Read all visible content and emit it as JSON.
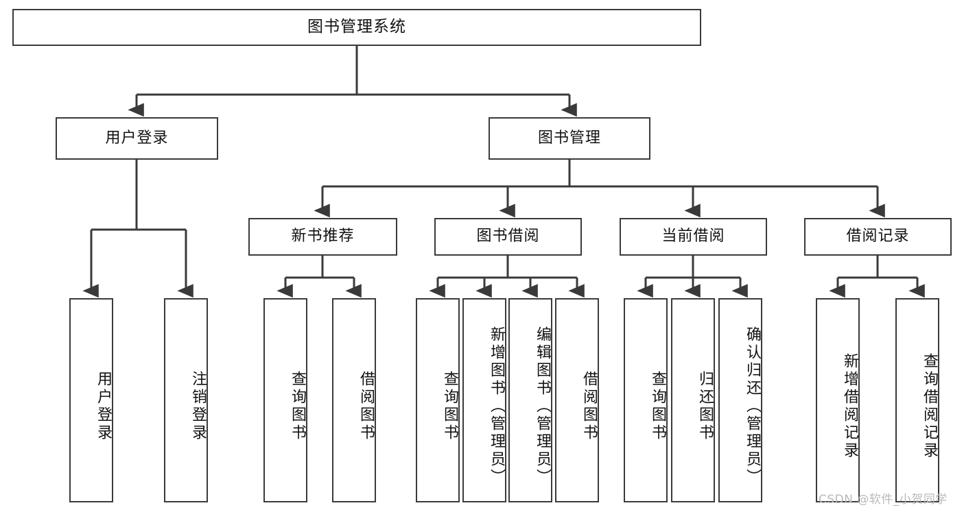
{
  "diagram": {
    "title": "图书管理系统",
    "type": "hierarchy-tree",
    "background_color": "#ffffff",
    "node_border_color": "#3a3a3a",
    "node_fill_color": "#ffffff",
    "text_color": "#111111"
  },
  "nodes": {
    "root": {
      "label": "图书管理系统",
      "level": 0
    },
    "level1": [
      {
        "id": "user-login",
        "label": "用户登录"
      },
      {
        "id": "book-manage",
        "label": "图书管理"
      }
    ],
    "level2": [
      {
        "id": "new-book-recommend",
        "label": "新书推荐",
        "parent": "book-manage"
      },
      {
        "id": "book-borrow",
        "label": "图书借阅",
        "parent": "book-manage"
      },
      {
        "id": "current-borrow",
        "label": "当前借阅",
        "parent": "book-manage"
      },
      {
        "id": "borrow-record",
        "label": "借阅记录",
        "parent": "book-manage"
      }
    ],
    "leaves": [
      {
        "id": "leaf-user-login",
        "label": "用户登录",
        "parent": "user-login"
      },
      {
        "id": "leaf-logout-login",
        "label": "注销登录",
        "parent": "user-login"
      },
      {
        "id": "leaf-query-book-1",
        "label": "查询图书",
        "parent": "new-book-recommend"
      },
      {
        "id": "leaf-borrow-book-1",
        "label": "借阅图书",
        "parent": "new-book-recommend"
      },
      {
        "id": "leaf-query-book-2",
        "label": "查询图书",
        "parent": "book-borrow"
      },
      {
        "id": "leaf-add-book",
        "label": "新增图书（管理员）",
        "parent": "book-borrow"
      },
      {
        "id": "leaf-edit-book",
        "label": "编辑图书（管理员）",
        "parent": "book-borrow"
      },
      {
        "id": "leaf-borrow-book-2",
        "label": "借阅图书",
        "parent": "book-borrow"
      },
      {
        "id": "leaf-query-book-3",
        "label": "查询图书",
        "parent": "current-borrow"
      },
      {
        "id": "leaf-return-book",
        "label": "归还图书",
        "parent": "current-borrow"
      },
      {
        "id": "leaf-confirm-return",
        "label": "确认归还（管理员）",
        "parent": "current-borrow"
      },
      {
        "id": "leaf-add-record",
        "label": "新增借阅记录",
        "parent": "borrow-record"
      },
      {
        "id": "leaf-query-record",
        "label": "查询借阅记录",
        "parent": "borrow-record"
      }
    ]
  },
  "watermark": {
    "text": "CSDN @软件_小贺同学"
  }
}
